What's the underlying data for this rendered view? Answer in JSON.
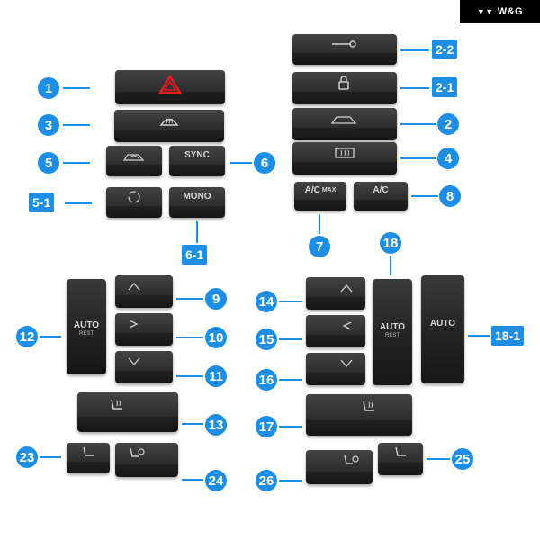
{
  "brand": {
    "text": "W&G"
  },
  "buttons": {
    "sync": "SYNC",
    "mono": "MONO",
    "ac_max_a": "A/C",
    "ac_max_b": "MAX",
    "ac": "A/C",
    "auto_rest_left_title": "AUTO",
    "auto_rest_left_sub": "REST",
    "auto_rest_right_title": "AUTO",
    "auto_rest_right_sub": "REST",
    "auto_right": "AUTO"
  },
  "labels": {
    "l1": "1",
    "l3": "3",
    "l5": "5",
    "l5_1": "5-1",
    "l6": "6",
    "l6_1": "6-1",
    "l2_2": "2-2",
    "l2_1": "2-1",
    "l2": "2",
    "l4": "4",
    "l7": "7",
    "l8": "8",
    "l9": "9",
    "l10": "10",
    "l11": "11",
    "l12": "12",
    "l13": "13",
    "l14": "14",
    "l15": "15",
    "l16": "16",
    "l17": "17",
    "l18": "18",
    "l18_1": "18-1",
    "l23": "23",
    "l24": "24",
    "l25": "25",
    "l26": "26"
  },
  "colors": {
    "accent": "#1c8ee6",
    "hazard": "#e11d1d",
    "button": "#2a2a2a"
  },
  "icons": [
    "hazard-triangle-icon",
    "windshield-defrost-icon",
    "recirculation-car-icon",
    "fresh-air-circle-icon",
    "key-icon",
    "lock-icon",
    "car-air-icon",
    "rear-defrost-icon",
    "vent-up-icon",
    "vent-face-icon",
    "vent-down-icon",
    "seat-heat-icon",
    "seat-fan-icon"
  ]
}
